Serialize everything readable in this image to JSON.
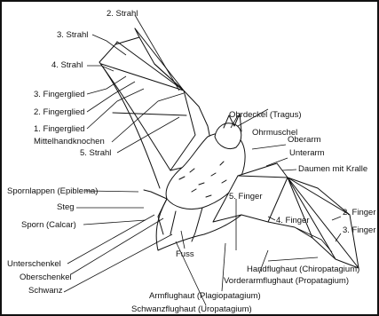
{
  "labels": {
    "strahl2": "2. Strahl",
    "strahl3": "3. Strahl",
    "strahl4": "4. Strahl",
    "fingerglied3": "3. Fingerglied",
    "fingerglied2": "2. Fingerglied",
    "fingerglied1": "1. Fingerglied",
    "mittelhandknochen": "Mittelhandknochen",
    "strahl5": "5. Strahl",
    "ohrdeckel": "Ohrdeckel (Tragus)",
    "ohrmuschel": "Ohrmuschel",
    "oberarm": "Oberarm",
    "unterarm": "Unterarm",
    "daumen": "Daumen mit Kralle",
    "spornlappen": "Spornlappen (Epiblema)",
    "steg": "Steg",
    "sporn": "Sporn (Calcar)",
    "finger5": "5. Finger",
    "finger2": "2. Finger",
    "finger3": "3. Finger",
    "finger4": "4. Finger",
    "fuss": "Fuss",
    "unterschenkel": "Unterschenkel",
    "oberschenkel": "Oberschenkel",
    "schwanz": "Schwanz",
    "handflughaut": "Handflughaut (Chiropatagium)",
    "vorderarmflughaut": "Vorderarmflughaut (Propatagium)",
    "armflughaut": "Armflughaut (Plagiopatagium)",
    "schwanzflughaut": "Schwanzflughaut (Uropatagium)"
  }
}
